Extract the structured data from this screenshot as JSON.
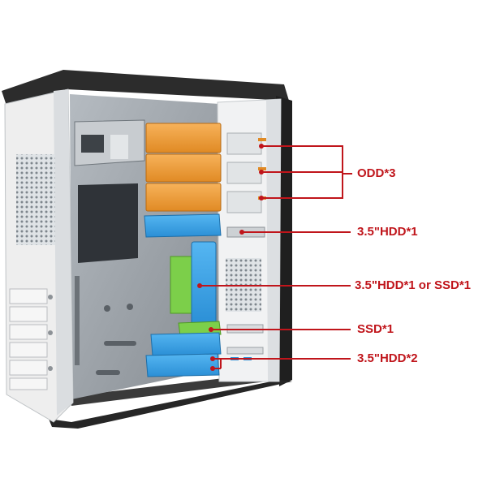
{
  "labels": {
    "odd": "ODD*3",
    "hdd_top": "3.5\"HDD*1",
    "hdd_or_ssd": "3.5\"HDD*1 or SSD*1",
    "ssd": "SSD*1",
    "hdd_bottom": "3.5\"HDD*2"
  },
  "colors": {
    "callout_red": "#c0151b",
    "odd_orange": "#ee9a3a",
    "hdd_blue": "#3fa2e6",
    "ssd_green": "#7ccf4a",
    "frame_black": "#2a2a2a",
    "chassis_white": "#eeeeee",
    "interior_grey": "#9aa0a6"
  }
}
